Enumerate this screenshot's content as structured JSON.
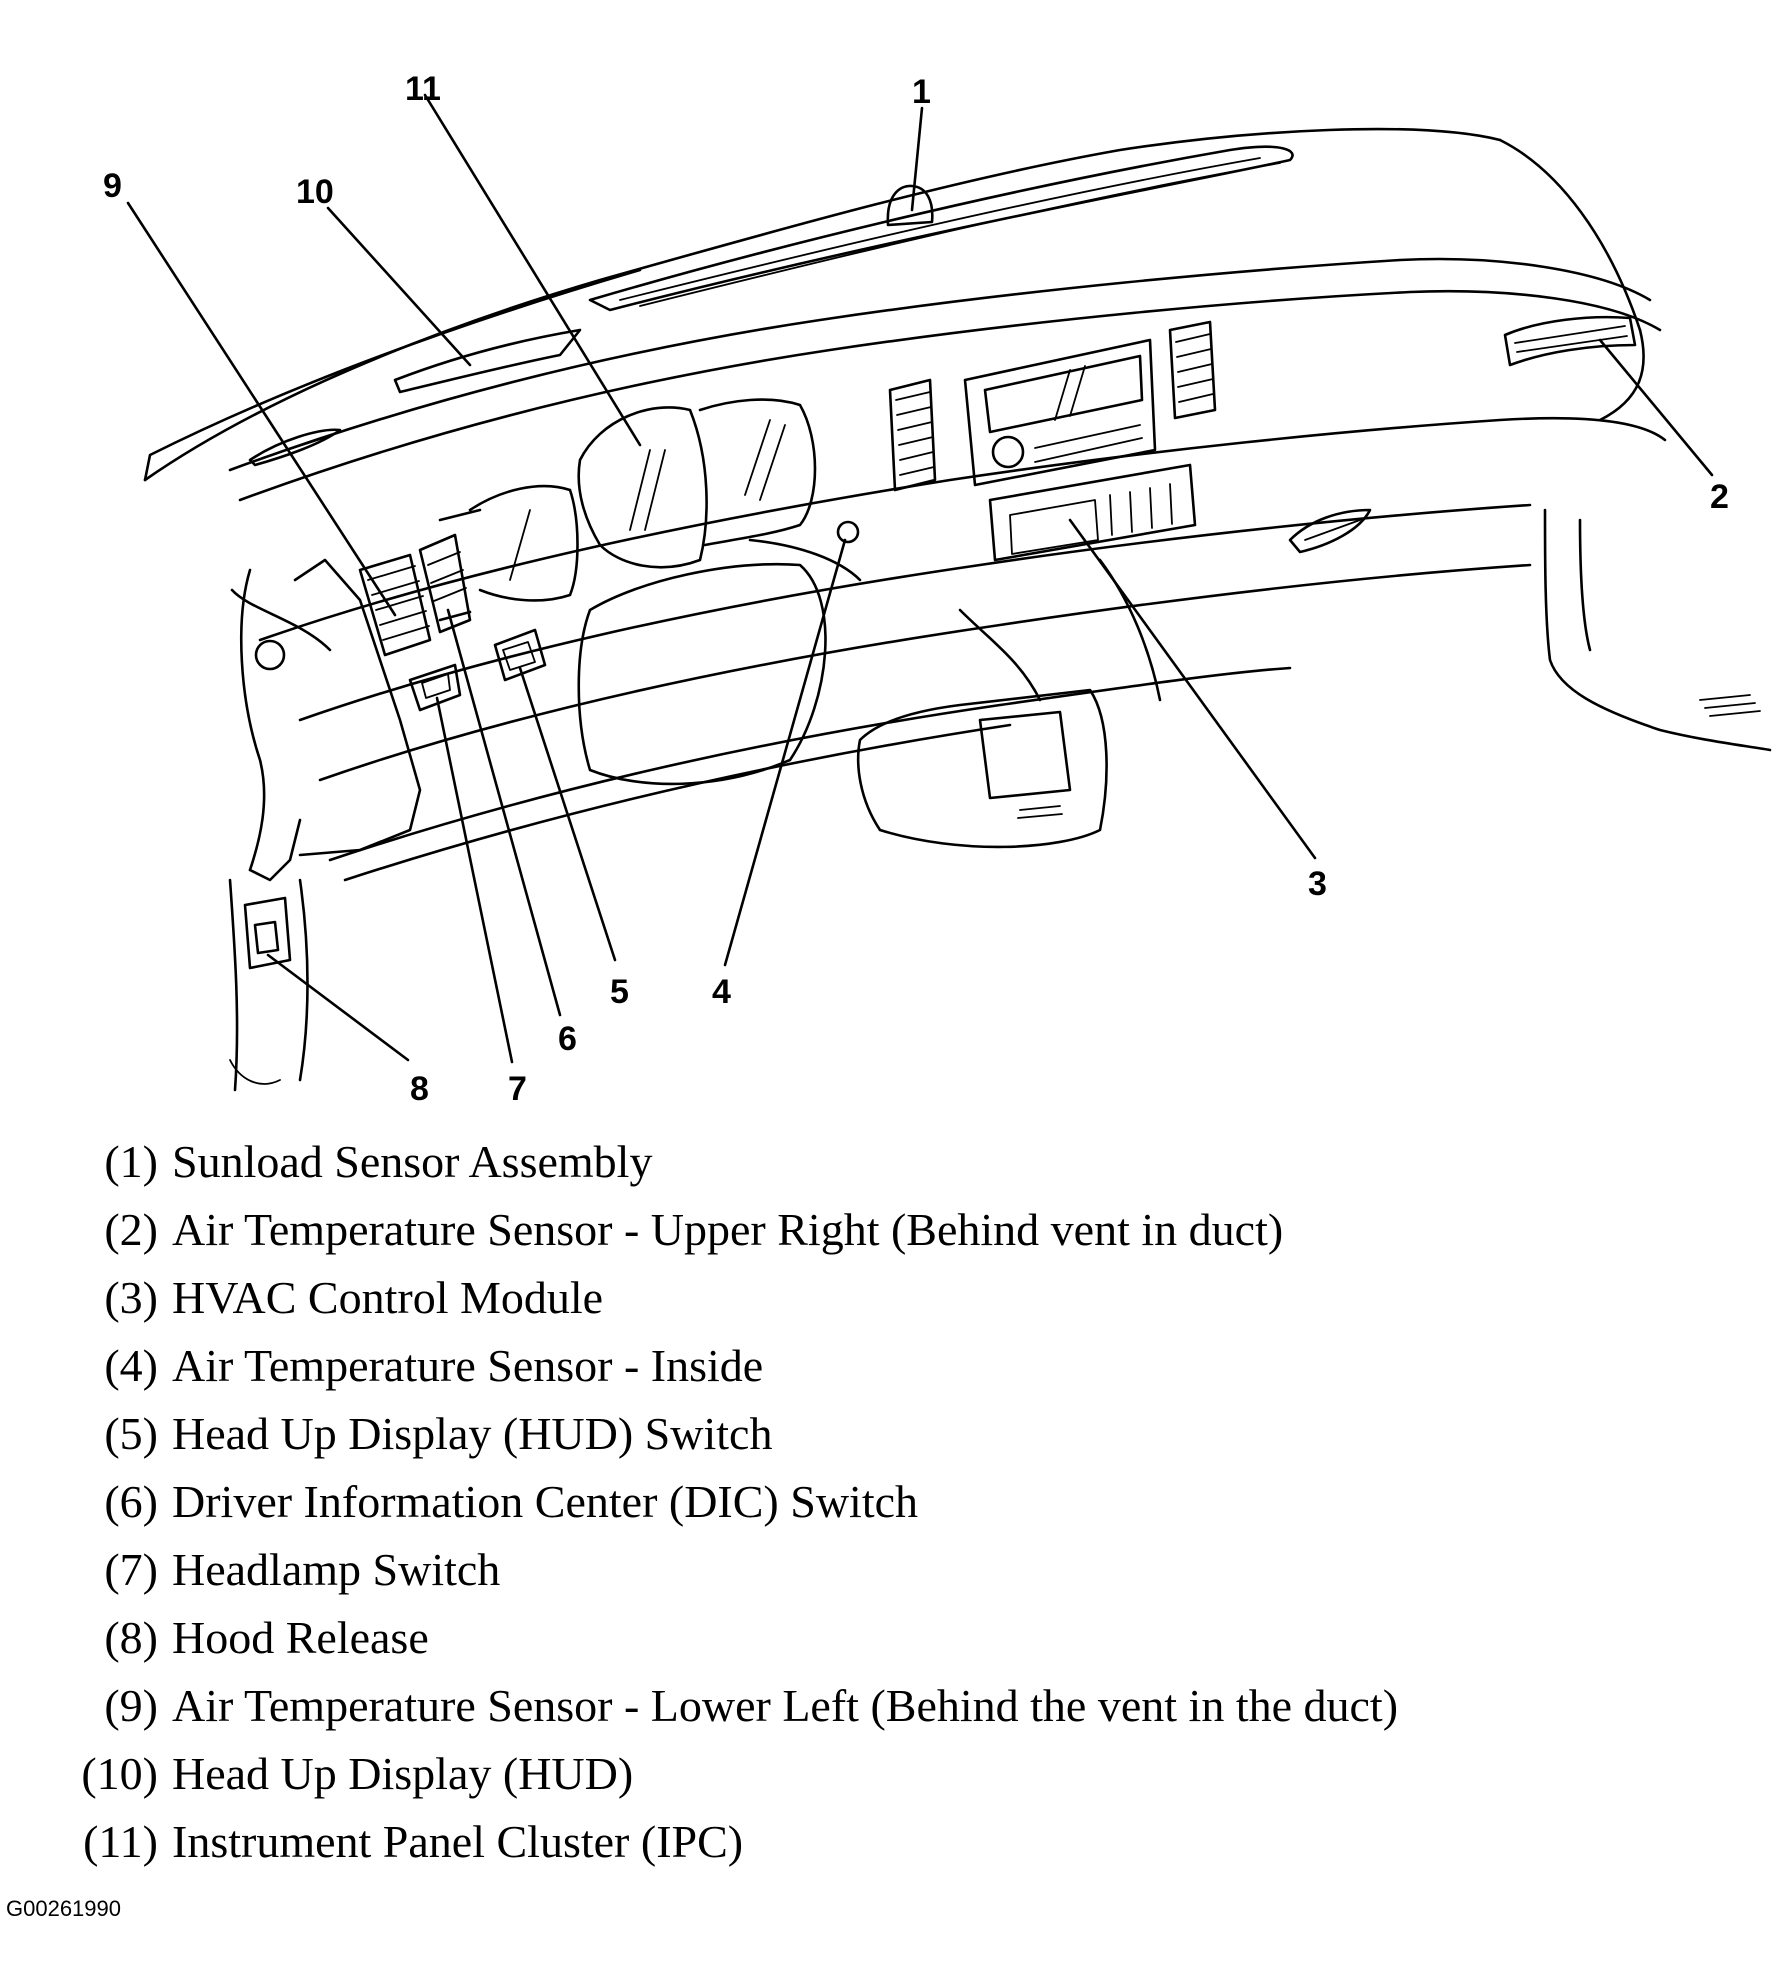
{
  "callouts": [
    {
      "id": "1",
      "label": "1"
    },
    {
      "id": "2",
      "label": "2"
    },
    {
      "id": "3",
      "label": "3"
    },
    {
      "id": "4",
      "label": "4"
    },
    {
      "id": "5",
      "label": "5"
    },
    {
      "id": "6",
      "label": "6"
    },
    {
      "id": "7",
      "label": "7"
    },
    {
      "id": "8",
      "label": "8"
    },
    {
      "id": "9",
      "label": "9"
    },
    {
      "id": "10",
      "label": "10"
    },
    {
      "id": "11",
      "label": "11"
    }
  ],
  "legend": [
    {
      "number": "(1)",
      "text": "Sunload Sensor Assembly"
    },
    {
      "number": "(2)",
      "text": "Air Temperature Sensor - Upper Right (Behind vent in duct)"
    },
    {
      "number": "(3)",
      "text": "HVAC Control Module"
    },
    {
      "number": "(4)",
      "text": "Air Temperature Sensor - Inside"
    },
    {
      "number": "(5)",
      "text": "Head Up Display (HUD) Switch"
    },
    {
      "number": "(6)",
      "text": "Driver Information Center (DIC) Switch"
    },
    {
      "number": "(7)",
      "text": "Headlamp Switch"
    },
    {
      "number": "(8)",
      "text": "Hood Release"
    },
    {
      "number": "(9)",
      "text": "Air Temperature Sensor - Lower Left (Behind the vent in the duct)"
    },
    {
      "number": "(10)",
      "text": "Head Up Display (HUD)"
    },
    {
      "number": "(11)",
      "text": "Instrument Panel Cluster (IPC)"
    }
  ],
  "figure_id": "G00261990"
}
